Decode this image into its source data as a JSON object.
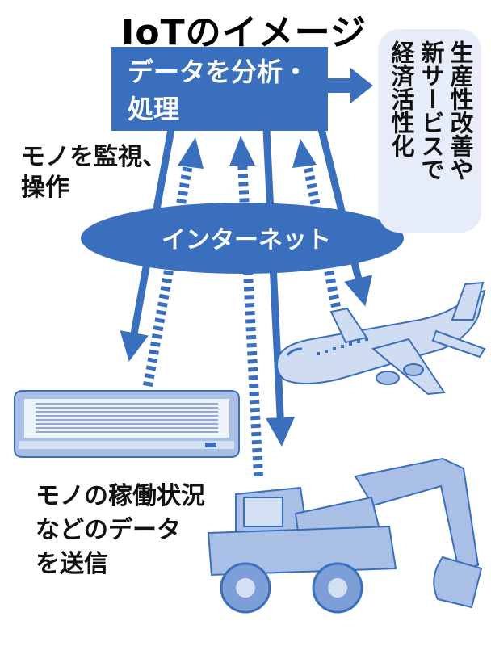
{
  "title": "IoTのイメージ",
  "data_box": {
    "line1": "データを分析・",
    "line2": "処理"
  },
  "result": {
    "col1": "生産性改善や",
    "col2": "新サービスで",
    "col3": "経済活性化"
  },
  "monitor_label": {
    "line1": "モノを監視、",
    "line2": "操作"
  },
  "network_label": "インターネット",
  "send_label": {
    "line1": "モノの稼働状況",
    "line2": "などのデータ",
    "line3": "を送信"
  },
  "colors": {
    "primary_blue": "#3a6fbd",
    "light_blue": "#e6edf8",
    "device_blue": "#a9bfe6",
    "plane_blue": "#cfdcf2"
  },
  "icons": [
    "air-conditioner-icon",
    "airplane-icon",
    "excavator-icon"
  ]
}
